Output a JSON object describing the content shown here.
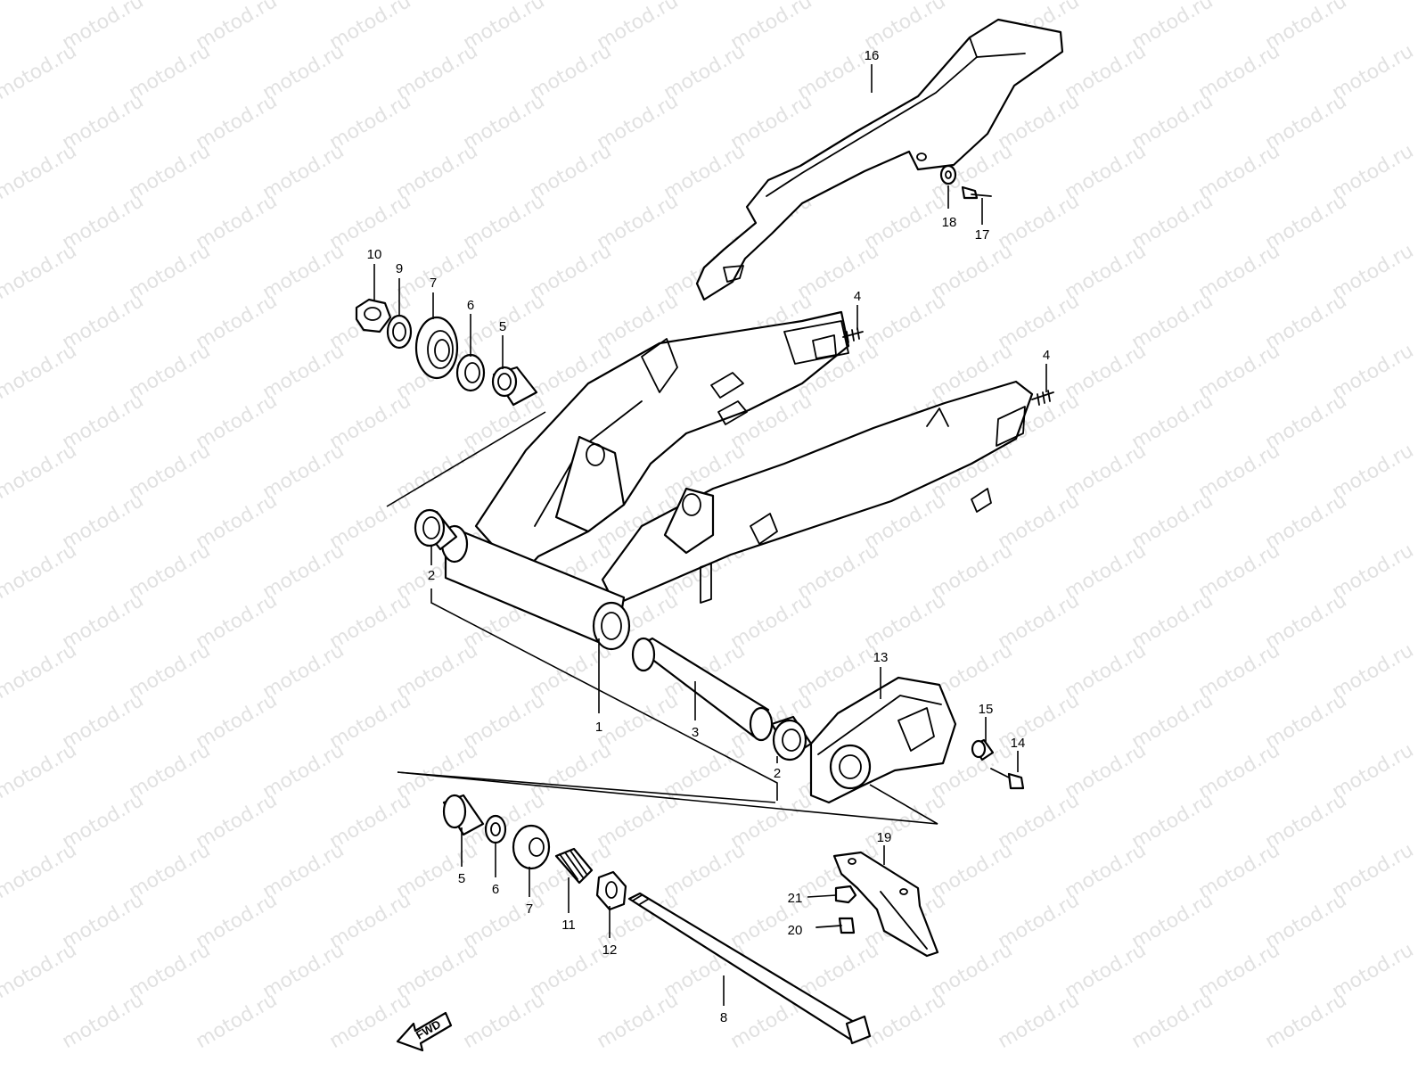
{
  "watermark": "motod.ru",
  "direction_badge": {
    "label": "FWD",
    "icon": "arrow-left-icon"
  },
  "callouts": [
    {
      "id": "16",
      "label": "16"
    },
    {
      "id": "18",
      "label": "18"
    },
    {
      "id": "17",
      "label": "17"
    },
    {
      "id": "10",
      "label": "10"
    },
    {
      "id": "9",
      "label": "9"
    },
    {
      "id": "7a",
      "label": "7"
    },
    {
      "id": "6a",
      "label": "6"
    },
    {
      "id": "5a",
      "label": "5"
    },
    {
      "id": "4a",
      "label": "4"
    },
    {
      "id": "4b",
      "label": "4"
    },
    {
      "id": "2a",
      "label": "2"
    },
    {
      "id": "1",
      "label": "1"
    },
    {
      "id": "3",
      "label": "3"
    },
    {
      "id": "2b",
      "label": "2"
    },
    {
      "id": "13",
      "label": "13"
    },
    {
      "id": "15",
      "label": "15"
    },
    {
      "id": "14",
      "label": "14"
    },
    {
      "id": "19",
      "label": "19"
    },
    {
      "id": "21",
      "label": "21"
    },
    {
      "id": "20",
      "label": "20"
    },
    {
      "id": "5b",
      "label": "5"
    },
    {
      "id": "6b",
      "label": "6"
    },
    {
      "id": "7b",
      "label": "7"
    },
    {
      "id": "11",
      "label": "11"
    },
    {
      "id": "12",
      "label": "12"
    },
    {
      "id": "8",
      "label": "8"
    }
  ]
}
